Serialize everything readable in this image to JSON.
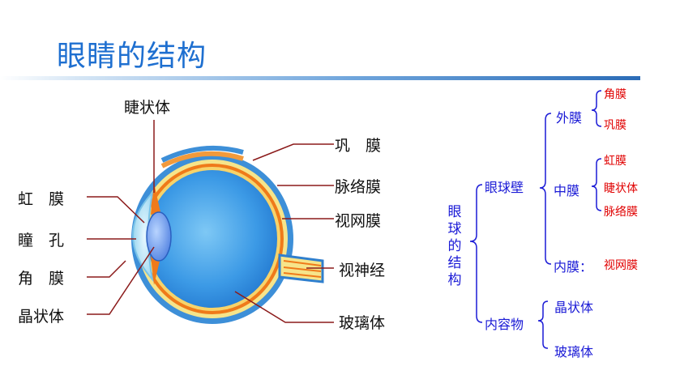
{
  "title": "眼睛的结构",
  "eye_labels": {
    "ciliary_body": "睫状体",
    "sclera": "巩　膜",
    "choroid": "脉络膜",
    "retina": "视网膜",
    "optic_nerve": "视神经",
    "vitreous": "玻璃体",
    "iris": "虹　膜",
    "pupil": "瞳　孔",
    "cornea": "角　膜",
    "lens": "晶状体"
  },
  "tree": {
    "root": "眼球的结构",
    "wall": "眼球壁",
    "outer": "外膜",
    "outer_items": [
      "角膜",
      "巩膜"
    ],
    "middle": "中膜",
    "middle_items": [
      "虹膜",
      "睫状体",
      "脉络膜"
    ],
    "inner": "内膜：",
    "inner_item": "视网膜",
    "contents": "内容物",
    "contents_items": [
      "晶状体",
      "玻璃体"
    ]
  }
}
